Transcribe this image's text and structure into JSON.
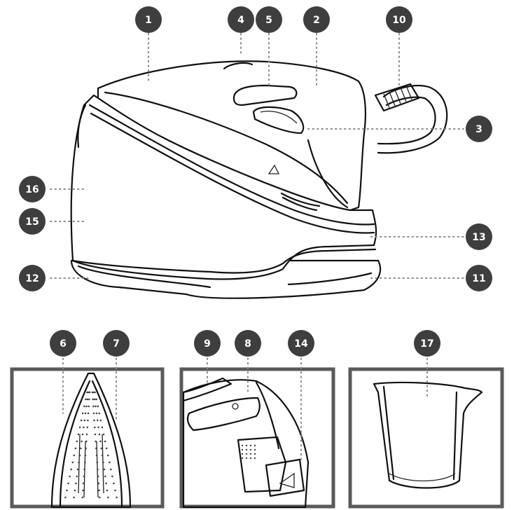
{
  "diagram": {
    "callouts": [
      {
        "id": "c1",
        "label": "1"
      },
      {
        "id": "c2",
        "label": "2"
      },
      {
        "id": "c3",
        "label": "3"
      },
      {
        "id": "c4",
        "label": "4"
      },
      {
        "id": "c5",
        "label": "5"
      },
      {
        "id": "c6",
        "label": "6"
      },
      {
        "id": "c7",
        "label": "7"
      },
      {
        "id": "c8",
        "label": "8"
      },
      {
        "id": "c9",
        "label": "9"
      },
      {
        "id": "c10",
        "label": "10"
      },
      {
        "id": "c11",
        "label": "11"
      },
      {
        "id": "c12",
        "label": "12"
      },
      {
        "id": "c13",
        "label": "13"
      },
      {
        "id": "c14",
        "label": "14"
      },
      {
        "id": "c15",
        "label": "15"
      },
      {
        "id": "c16",
        "label": "16"
      },
      {
        "id": "c17",
        "label": "17"
      }
    ],
    "colors": {
      "badge": "#3e3e3e",
      "badge_text": "#ffffff",
      "leader": "#8c8c8c",
      "outline": "#111111",
      "frame": "#5a5a5a"
    }
  }
}
